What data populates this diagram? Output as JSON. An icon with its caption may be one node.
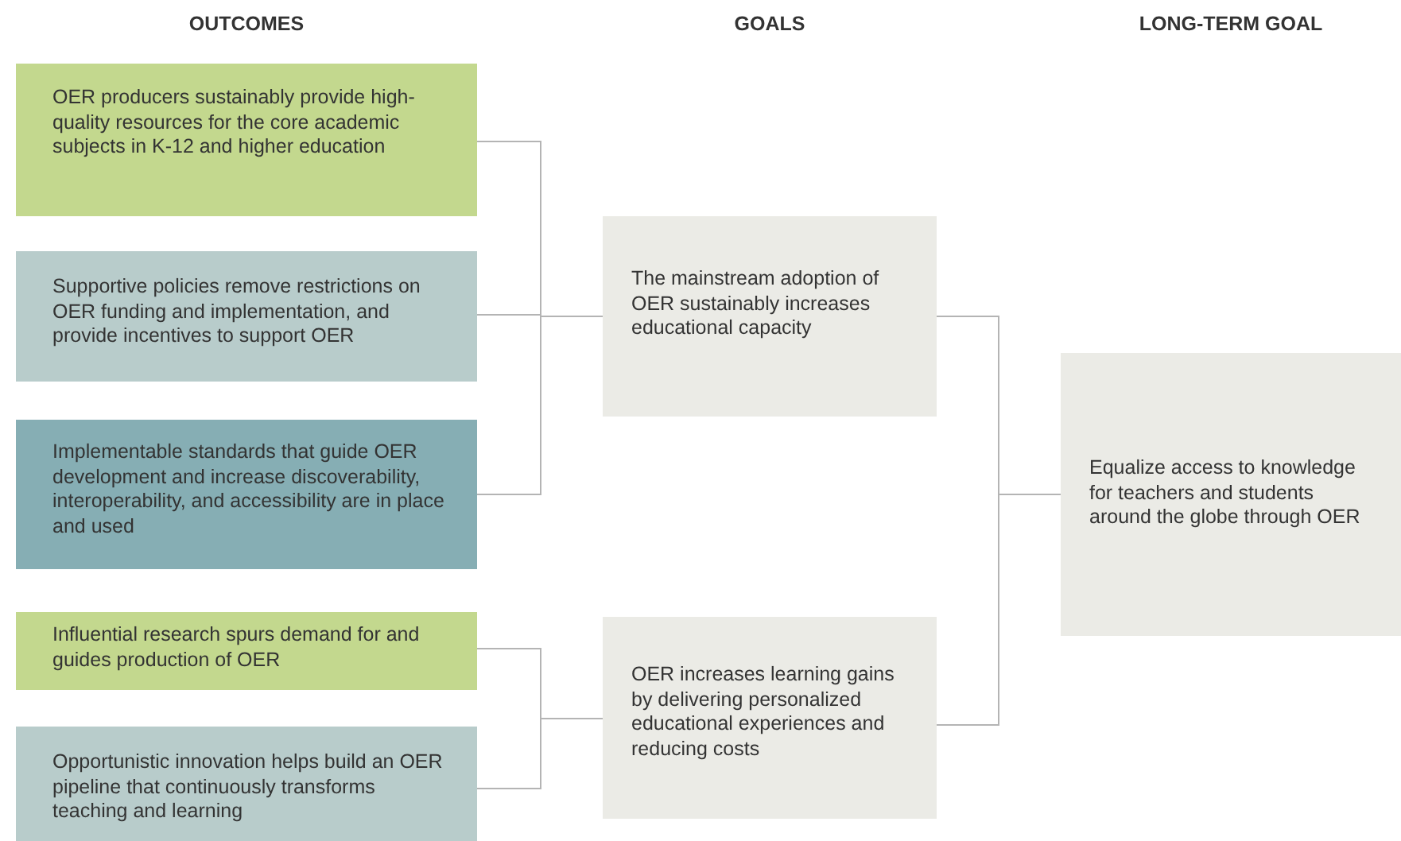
{
  "diagram": {
    "nodes": [
      {
        "text": [
          "OER producers sustainably provide high-quality resources for the core academic subjects in K-12 and higher education"
        ]
      },
      {
        "text": [
          "Supportive policies remove restrictions on OER funding and implementation, and provide incentives to support OER"
        ]
      },
      {
        "text": [
          "Implementable standards that guide OER development and increase discoverability, interoperability, and accessibility are in place and used"
        ]
      },
      {
        "text": [
          "Influential research spurs demand for and guides production of OER"
        ]
      },
      {
        "text": [
          "Opportunistic innovation helps build an OER pipeline that continuously transforms teaching and learning"
        ]
      },
      {
        "text": [
          "The mainstream adoption of OER sustainably increases educational capacity"
        ]
      },
      {
        "text": [
          "OER increases learning gains by delivering personalized educational experiences and reducing costs"
        ]
      },
      {
        "text": [
          "Equalize access to knowledge for teachers and students around the globe through OER"
        ]
      }
    ],
    "edges": [
      {
        "from": 0,
        "to": 5,
        "arrow": "none"
      },
      {
        "from": 1,
        "to": 5,
        "arrow": "none"
      },
      {
        "from": 2,
        "to": 5,
        "arrow": "none"
      },
      {
        "from": 3,
        "to": 6,
        "arrow": "none"
      },
      {
        "from": 4,
        "to": 6,
        "arrow": "none"
      },
      {
        "from": 5,
        "to": 7,
        "arrow": "none"
      },
      {
        "from": 6,
        "to": 7,
        "arrow": "none"
      }
    ],
    "labels": [
      "OUTCOMES",
      "GOALS",
      "LONG-TERM GOAL"
    ]
  }
}
